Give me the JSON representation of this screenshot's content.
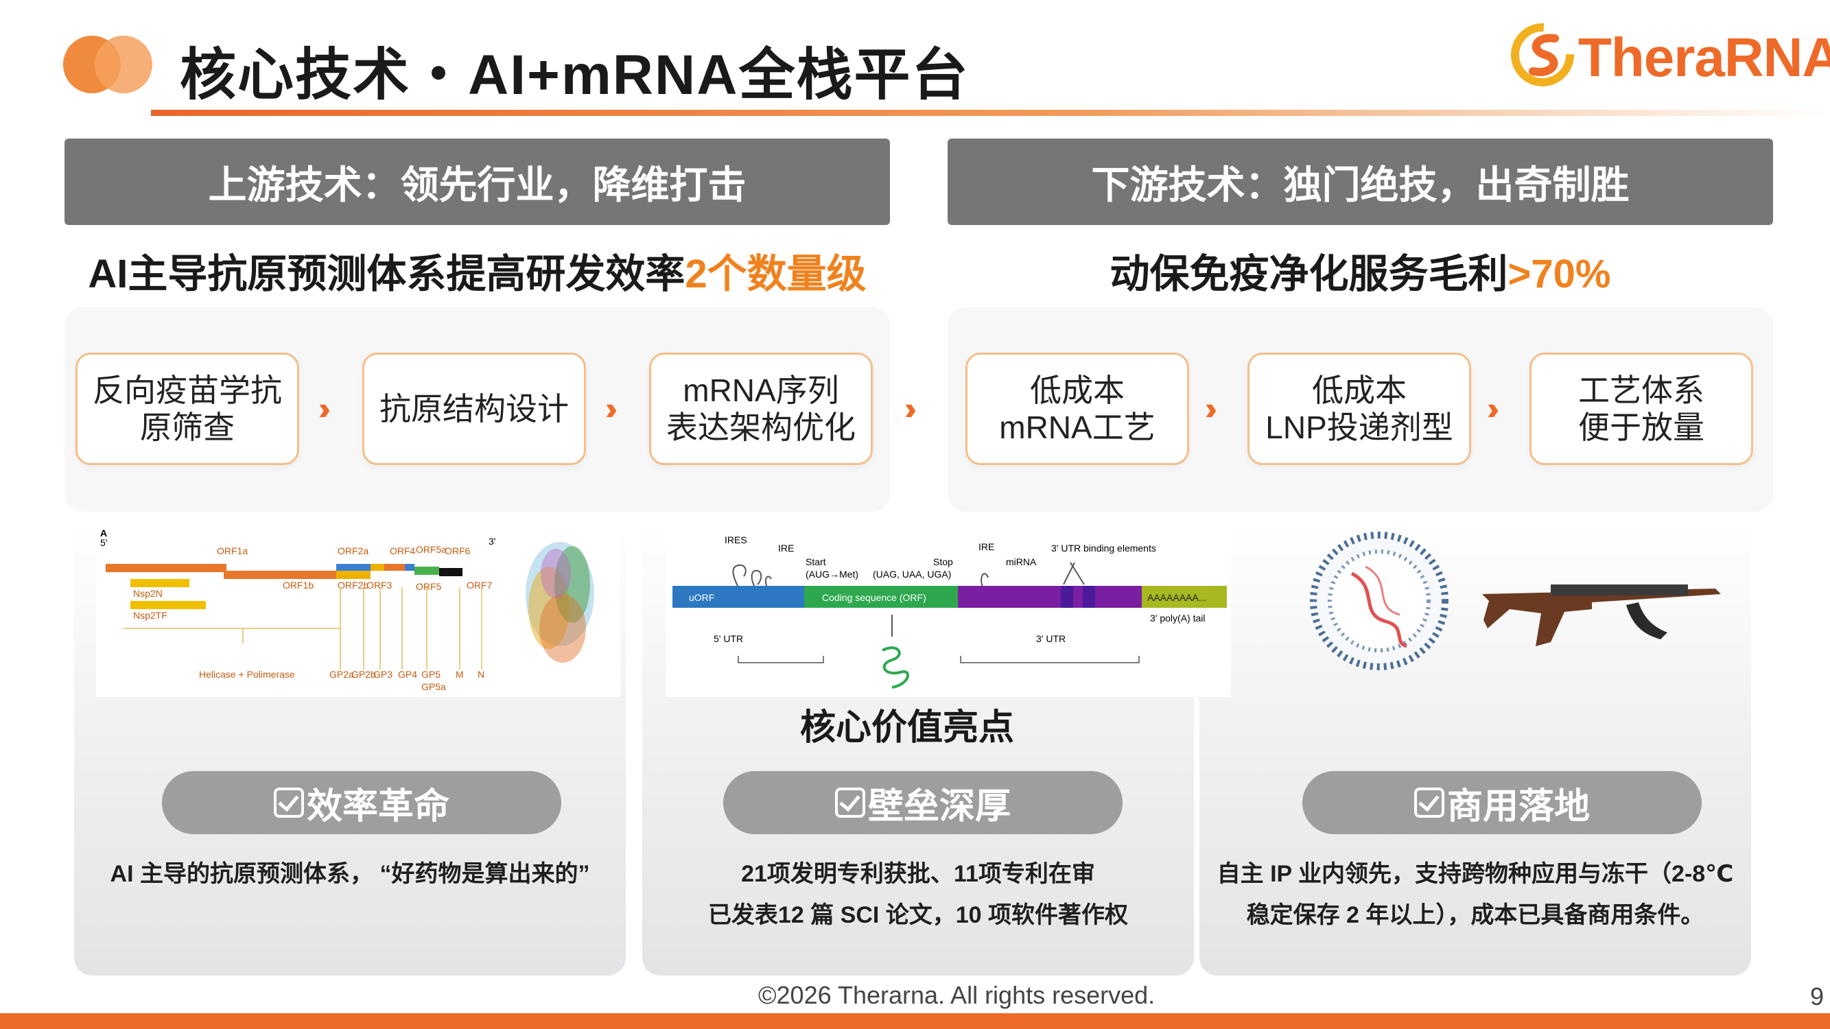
{
  "header": {
    "title": "核心技术・AI+mRNA全栈平台",
    "brand": "TheraRNA"
  },
  "upstream": {
    "banner": "上游技术：领先行业，降维打击",
    "subhead_main": "AI主导抗原预测体系提高研发效率",
    "subhead_highlight": "2个数量级",
    "steps": [
      "反向疫苗学抗\n原筛查",
      "抗原结构设计",
      "mRNA序列\n表达架构优化"
    ]
  },
  "downstream": {
    "banner": "下游技术：独门绝技，出奇制胜",
    "subhead_main": "动保免疫净化服务毛利",
    "subhead_highlight": ">70%",
    "steps": [
      "低成本\nmRNA工艺",
      "低成本\nLNP投递剂型",
      "工艺体系\n便于放量"
    ]
  },
  "genome_figure": {
    "panel_label": "A",
    "end5": "5'",
    "end3": "3'",
    "orf_labels": [
      "ORF1a",
      "ORF1b",
      "ORF2a",
      "ORF2b",
      "ORF3",
      "ORF4",
      "ORF5a",
      "ORF5",
      "ORF6",
      "ORF7"
    ],
    "nsp_labels": [
      "Nsp2N",
      "Nsp2TF"
    ],
    "protein_labels": [
      "Helicase + Polimerase",
      "GP2a",
      "GP2b",
      "GP3",
      "GP4",
      "GP5",
      "GP5a",
      "M",
      "N"
    ]
  },
  "mrna_figure": {
    "labels": {
      "ires_top": "IRES",
      "ire1": "IRE",
      "start": "Start",
      "start_codon": "(AUG→Met)",
      "stop": "Stop",
      "stop_codons": "(UAG, UAA, UGA)",
      "ire2": "IRE",
      "mirna": "miRNA",
      "utr_binding": "3' UTR binding elements",
      "uorf": "uORF",
      "coding": "Coding sequence (ORF)",
      "polya_seq": "AAAAAAAA...",
      "polya_tail": "3' poly(A) tail",
      "utr5": "5' UTR",
      "utr3": "3' UTR"
    }
  },
  "core_title": "核心价值亮点",
  "cards": [
    {
      "pill": "效率革命",
      "lines": [
        "AI 主导的抗原预测体系，  “好药物是算出来的”"
      ]
    },
    {
      "pill": "壁垒深厚",
      "lines": [
        "21项发明专利获批、11项专利在审",
        "已发表12 篇 SCI 论文，10 项软件著作权"
      ]
    },
    {
      "pill": "商用落地",
      "lines": [
        "自主 IP 业内领先，支持跨物种应用与冻干（2-8℃",
        "稳定保存 2 年以上），成本已具备商用条件。"
      ]
    }
  ],
  "footer": {
    "copyright": "©2026 Therarna. All rights reserved.",
    "page": "9"
  },
  "colors": {
    "accent": "#ee6a28",
    "highlight": "#f0821e",
    "banner": "#767676",
    "pill": "#9e9e9e"
  }
}
